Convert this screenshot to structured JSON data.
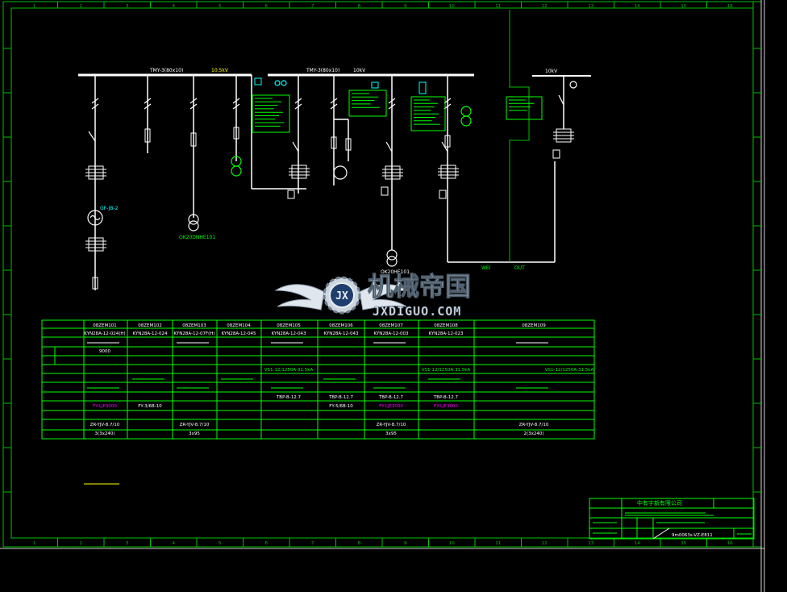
{
  "colors": {
    "background": "#000000",
    "frame": "#00c000",
    "wire": "#ffffff",
    "annotation": "#00ff00",
    "magenta": "#ff00ff",
    "cyan": "#00ffff",
    "yellow": "#ffff00",
    "watermark": "#dfe6ee"
  },
  "ruler_numbers": [
    "1",
    "2",
    "3",
    "4",
    "5",
    "6",
    "7",
    "8",
    "9",
    "10",
    "11",
    "12",
    "13",
    "14",
    "15",
    "16"
  ],
  "busbars": {
    "left_label": "TMY-3(80x10)",
    "left_note": "10.5kV",
    "mid_label": "TMY-3(80x10)",
    "mid_note": "10kV",
    "right_label": "10kV"
  },
  "transformers": {
    "left_label": "OK20DNHE101",
    "mid_label": "OK20HE101"
  },
  "generator_label": "GF-JB-2",
  "bottom_notes": {
    "left": "WEI",
    "right": "OUT"
  },
  "table": {
    "row_headers": [
      "",
      "",
      "",
      "",
      "",
      "",
      "",
      "",
      "",
      "",
      "",
      "",
      ""
    ],
    "columns": [
      {
        "code": "08ZEM101",
        "model": "KYN28A-12-024(H)",
        "a": "9000",
        "f": "FY-LJF3000",
        "g": "ZR-YJV-8.7/10",
        "h": "3(3x240)"
      },
      {
        "code": "08ZEM102",
        "model": "KYN28A-12-024",
        "a": "",
        "f": "FY-3/6B-10",
        "g": "",
        "h": ""
      },
      {
        "code": "08ZEM103",
        "model": "KYN28A-12-07F(H)",
        "a": "",
        "f": "",
        "g": "ZR-YJV-8.7/10",
        "h": "3x95"
      },
      {
        "code": "08ZEM104",
        "model": "KYN28A-12-045",
        "a": "",
        "f": "",
        "g": "",
        "h": ""
      },
      {
        "code": "08ZEM105",
        "model": "KYN28A-12-043",
        "a": "",
        "f": "",
        "g": "",
        "h": "",
        "e": "TBP-B-12.7"
      },
      {
        "code": "08ZEM106",
        "model": "KYN28A-12-043",
        "a": "",
        "f": "FY-5/6B-10",
        "g": "",
        "h": "",
        "e": "TBP-B-12.7"
      },
      {
        "code": "08ZEM107",
        "model": "KYN28A-12-003",
        "a": "",
        "f": "FY-LJF3000",
        "g": "ZR-YJV-8.7/10",
        "h": "3x95",
        "e": "TBP-B-12.7"
      },
      {
        "code": "08ZEM108",
        "model": "KYN28A-12-023",
        "a": "",
        "f": "FY-LJF3000",
        "g": "",
        "h": "",
        "e": "TBP-B-12.7"
      },
      {
        "code": "08ZEM109",
        "model": "",
        "a": "",
        "f": "",
        "g": "ZR-YJV-8.7/10",
        "h": "2(3x240)"
      }
    ],
    "breaker_left": "VS1-12/1250A-31.5kA",
    "breaker_mid": "VS1-12/1250A-31.5kA",
    "breaker_right": "VS1-12/1250A-31.5kA"
  },
  "title_block": {
    "company": "中有宇新有限公司",
    "drawing_no": "9m0063s-VZ-E811"
  },
  "watermark": {
    "cn": "机械帝国",
    "en": "JXDIGUO.COM",
    "emblem": "JX"
  }
}
